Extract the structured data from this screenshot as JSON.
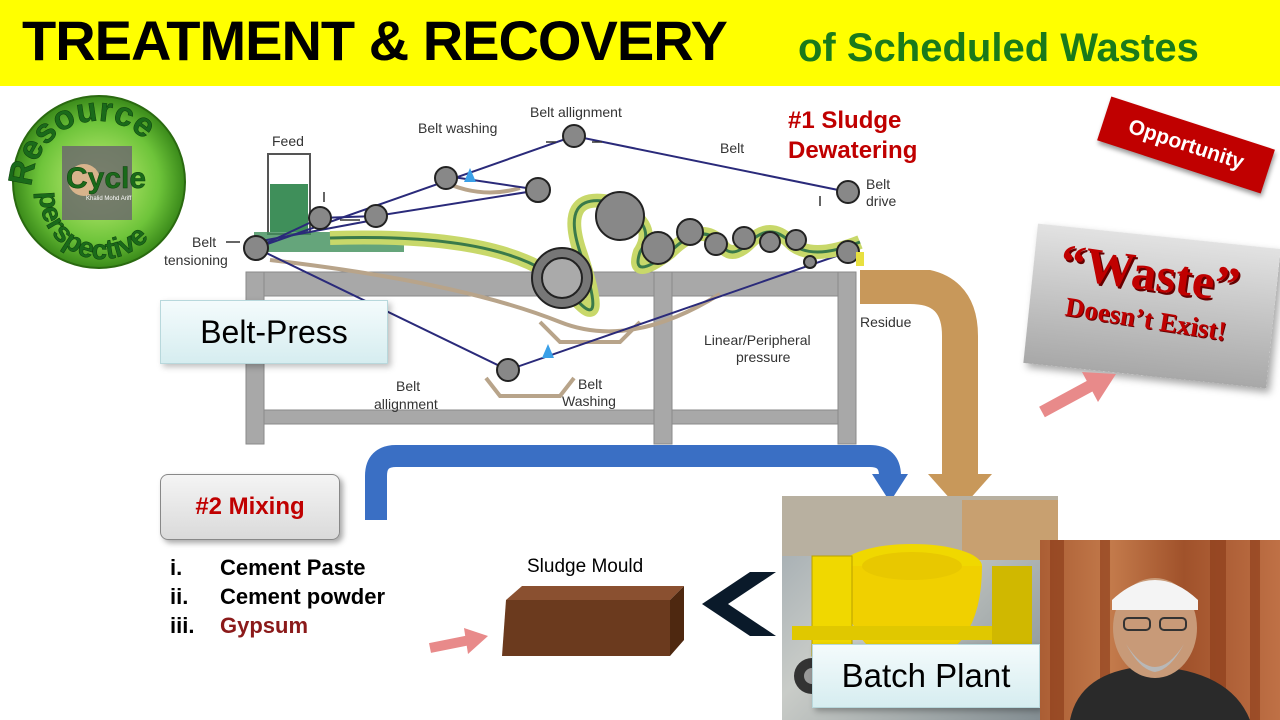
{
  "title": {
    "main": "TREATMENT & RECOVERY",
    "sub": "of Scheduled Wastes"
  },
  "logo": {
    "line1": "Resource",
    "line2": "Cycle",
    "line3": "perspective",
    "presenter_name": "Khalid Mohd Ariff"
  },
  "diagram_labels": {
    "feed": "Feed",
    "belt_washing_top": "Belt washing",
    "belt_alignment_top": "Belt allignment",
    "belt": "Belt",
    "belt_drive_1": "Belt",
    "belt_drive_2": "drive",
    "belt_tensioning_1": "Belt",
    "belt_tensioning_2": "tensioning",
    "residue": "Residue",
    "linear_pressure_1": "Linear/Peripheral",
    "linear_pressure_2": "pressure",
    "belt_alignment_bottom_1": "Belt",
    "belt_alignment_bottom_2": "allignment",
    "belt_washing_bottom_1": "Belt",
    "belt_washing_bottom_2": "Washing"
  },
  "sludge_dewatering": {
    "line1": "#1 Sludge",
    "line2": "Dewatering"
  },
  "belt_press_label": "Belt-Press",
  "mixing": {
    "label": "#2 Mixing",
    "ingredients": [
      {
        "num": "i.",
        "name": "Cement Paste"
      },
      {
        "num": "ii.",
        "name": "Cement powder"
      },
      {
        "num": "iii.",
        "name": "Gypsum"
      }
    ]
  },
  "sludge_mould_label": "Sludge Mould",
  "batch_plant_label": "Batch Plant",
  "opportunity_label": "Opportunity",
  "waste_callout": {
    "word": "“Waste”",
    "sub": "Doesn’t Exist!"
  },
  "colors": {
    "title_bg": "#ffff00",
    "subtitle": "#1a7a1a",
    "accent_red": "#c00000",
    "belt_line": "#2a2a7a",
    "frame": "#9a9a9a",
    "flow_arrow_blue": "#3a6fc4",
    "residue_flow": "#c8985a",
    "mould": "#6b3a1e"
  }
}
